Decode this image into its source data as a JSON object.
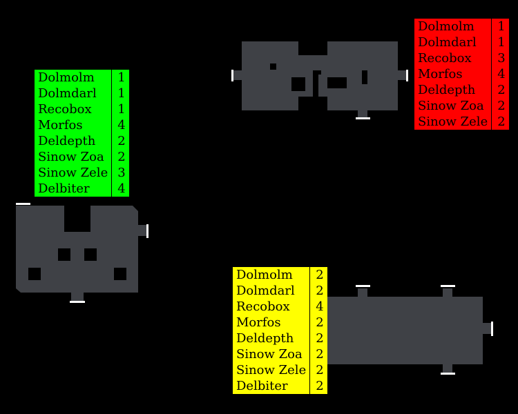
{
  "colors": {
    "background": "#000000",
    "room_fill": "#3f4146",
    "door": "#ffffff",
    "green": "#00ff00",
    "red": "#ff0000",
    "yellow": "#ffff00"
  },
  "tables": {
    "green": {
      "rows": [
        {
          "name": "Dolmolm",
          "count": "1"
        },
        {
          "name": "Dolmdarl",
          "count": "1"
        },
        {
          "name": "Recobox",
          "count": "1"
        },
        {
          "name": "Morfos",
          "count": "4"
        },
        {
          "name": "Deldepth",
          "count": "2"
        },
        {
          "name": "Sinow Zoa",
          "count": "2"
        },
        {
          "name": "Sinow Zele",
          "count": "3"
        },
        {
          "name": "Delbiter",
          "count": "4"
        }
      ]
    },
    "red": {
      "rows": [
        {
          "name": "Dolmolm",
          "count": "1"
        },
        {
          "name": "Dolmdarl",
          "count": "1"
        },
        {
          "name": "Recobox",
          "count": "3"
        },
        {
          "name": "Morfos",
          "count": "4"
        },
        {
          "name": "Deldepth",
          "count": "2"
        },
        {
          "name": "Sinow Zoa",
          "count": "2"
        },
        {
          "name": "Sinow Zele",
          "count": "2"
        }
      ]
    },
    "yellow": {
      "rows": [
        {
          "name": "Dolmolm",
          "count": "2"
        },
        {
          "name": "Dolmdarl",
          "count": "2"
        },
        {
          "name": "Recobox",
          "count": "4"
        },
        {
          "name": "Morfos",
          "count": "2"
        },
        {
          "name": "Deldepth",
          "count": "2"
        },
        {
          "name": "Sinow Zoa",
          "count": "2"
        },
        {
          "name": "Sinow Zele",
          "count": "2"
        },
        {
          "name": "Delbiter",
          "count": "2"
        }
      ]
    }
  }
}
